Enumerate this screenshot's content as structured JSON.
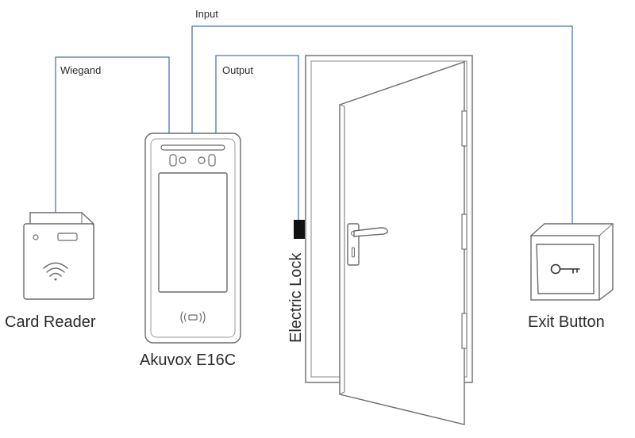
{
  "wires": {
    "input_label": "Input",
    "wiegand_label": "Wiegand",
    "output_label": "Output"
  },
  "devices": {
    "card_reader": "Card Reader",
    "intercom": "Akuvox E16C",
    "electric_lock": "Electric Lock",
    "exit_button": "Exit Button"
  },
  "colors": {
    "wire": "#4a76b8",
    "outline": "#6b6b6b",
    "lock": "#111111"
  }
}
